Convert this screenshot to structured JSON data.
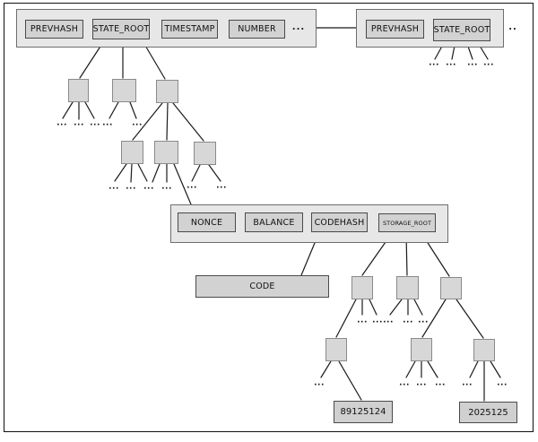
{
  "header_block_left": {
    "fields": [
      "PREVHASH",
      "STATE_ROOT",
      "TIMESTAMP",
      "NUMBER"
    ],
    "more": "..."
  },
  "header_block_right": {
    "fields": [
      "PREVHASH",
      "STATE_ROOT"
    ],
    "more": ".."
  },
  "account_block": {
    "fields": [
      "NONCE",
      "BALANCE",
      "CODEHASH",
      "STORAGE_ROOT"
    ]
  },
  "code_box": {
    "label": "CODE"
  },
  "leaf_values": [
    "89125124",
    "2025125"
  ],
  "glyphs": {
    "ellipsis": "..."
  },
  "colors": {
    "container_fill": "#e7e7e7",
    "container_border": "#6e6e6e",
    "field_fill": "#d2d2d2",
    "field_border": "#4a4a4a",
    "node_fill": "#d7d7d7",
    "node_border": "#8a8a8a",
    "connector_line": "#1a1a1a",
    "page_border": "#101010",
    "text": "#111111"
  }
}
